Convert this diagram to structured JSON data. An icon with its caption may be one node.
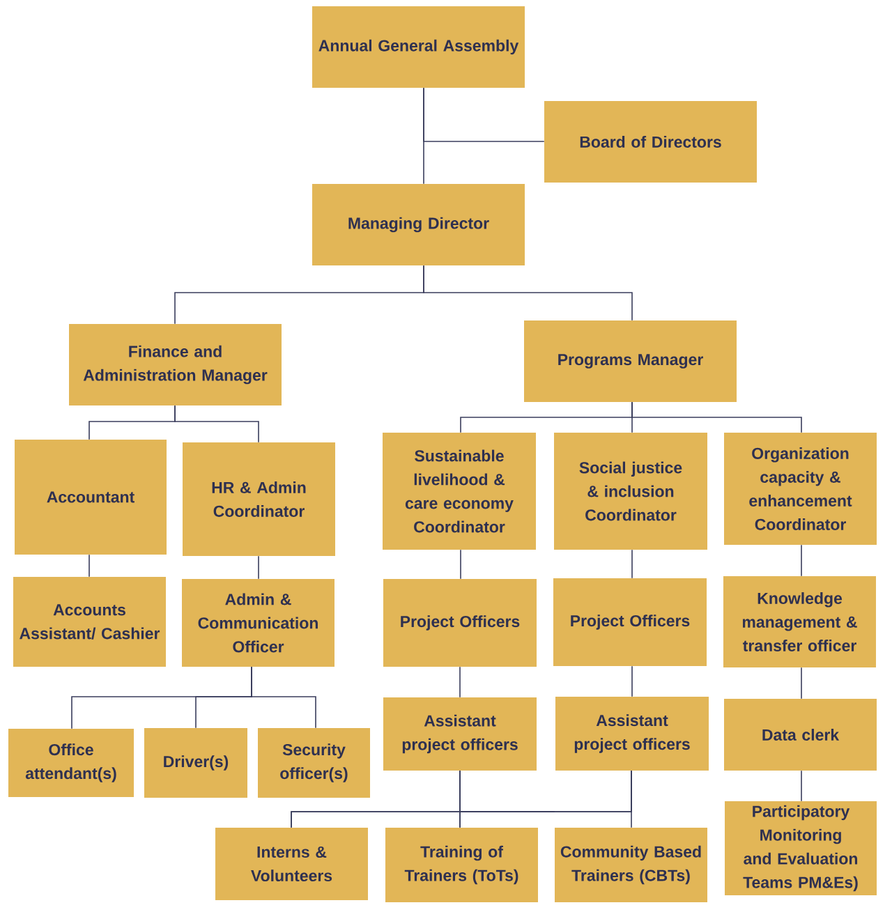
{
  "diagram": {
    "nodes": [
      {
        "text": [
          "Annual General Assembly"
        ]
      },
      {
        "text": [
          "Board of Directors"
        ]
      },
      {
        "text": [
          "Managing Director"
        ]
      },
      {
        "text": [
          "Finance and Administration Manager"
        ]
      },
      {
        "text": [
          "Programs Manager"
        ]
      },
      {
        "text": [
          "Accountant"
        ]
      },
      {
        "text": [
          "HR & Admin Coordinator"
        ]
      },
      {
        "text": [
          "Sustainable livelihood & care economy Coordinator"
        ]
      },
      {
        "text": [
          "Social justice & inclusion Coordinator"
        ]
      },
      {
        "text": [
          "Organization capacity & enhancement Coordinator"
        ]
      },
      {
        "text": [
          "Accounts Assistant/ Cashier"
        ]
      },
      {
        "text": [
          "Admin & Communication Officer"
        ]
      },
      {
        "text": [
          "Project Officers"
        ]
      },
      {
        "text": [
          "Project Officers"
        ]
      },
      {
        "text": [
          "Knowledge management & transfer officer"
        ]
      },
      {
        "text": [
          "Office attendant(s)"
        ]
      },
      {
        "text": [
          "Driver(s)"
        ]
      },
      {
        "text": [
          "Security officer(s)"
        ]
      },
      {
        "text": [
          "Assistant project officers"
        ]
      },
      {
        "text": [
          "Assistant project officers"
        ]
      },
      {
        "text": [
          "Data clerk"
        ]
      },
      {
        "text": [
          "Interns & Volunteers"
        ]
      },
      {
        "text": [
          "Training of Trainers (ToTs)"
        ]
      },
      {
        "text": [
          "Community Based Trainers (CBTs)"
        ]
      },
      {
        "text": [
          "Participatory Monitoring and Evaluation Teams PM&Es)"
        ]
      }
    ],
    "edges": [
      {
        "from": 0,
        "to": 1,
        "arrow": "none"
      },
      {
        "from": 0,
        "to": 2,
        "arrow": "none"
      },
      {
        "from": 2,
        "to": 3,
        "arrow": "none"
      },
      {
        "from": 2,
        "to": 4,
        "arrow": "none"
      },
      {
        "from": 3,
        "to": 5,
        "arrow": "none"
      },
      {
        "from": 3,
        "to": 6,
        "arrow": "none"
      },
      {
        "from": 4,
        "to": 7,
        "arrow": "none"
      },
      {
        "from": 4,
        "to": 8,
        "arrow": "none"
      },
      {
        "from": 4,
        "to": 9,
        "arrow": "none"
      },
      {
        "from": 5,
        "to": 10,
        "arrow": "none"
      },
      {
        "from": 6,
        "to": 11,
        "arrow": "none"
      },
      {
        "from": 7,
        "to": 12,
        "arrow": "none"
      },
      {
        "from": 8,
        "to": 13,
        "arrow": "none"
      },
      {
        "from": 9,
        "to": 14,
        "arrow": "none"
      },
      {
        "from": 11,
        "to": 15,
        "arrow": "none"
      },
      {
        "from": 11,
        "to": 16,
        "arrow": "none"
      },
      {
        "from": 11,
        "to": 17,
        "arrow": "none"
      },
      {
        "from": 12,
        "to": 18,
        "arrow": "none"
      },
      {
        "from": 13,
        "to": 19,
        "arrow": "none"
      },
      {
        "from": 14,
        "to": 20,
        "arrow": "none"
      },
      {
        "from": 18,
        "to": 21,
        "arrow": "none"
      },
      {
        "from": 18,
        "to": 22,
        "arrow": "none"
      },
      {
        "from": 18,
        "to": 23,
        "arrow": "none"
      },
      {
        "from": 19,
        "to": 21,
        "arrow": "none"
      },
      {
        "from": 19,
        "to": 22,
        "arrow": "none"
      },
      {
        "from": 19,
        "to": 23,
        "arrow": "none"
      },
      {
        "from": 20,
        "to": 24,
        "arrow": "none"
      }
    ]
  }
}
